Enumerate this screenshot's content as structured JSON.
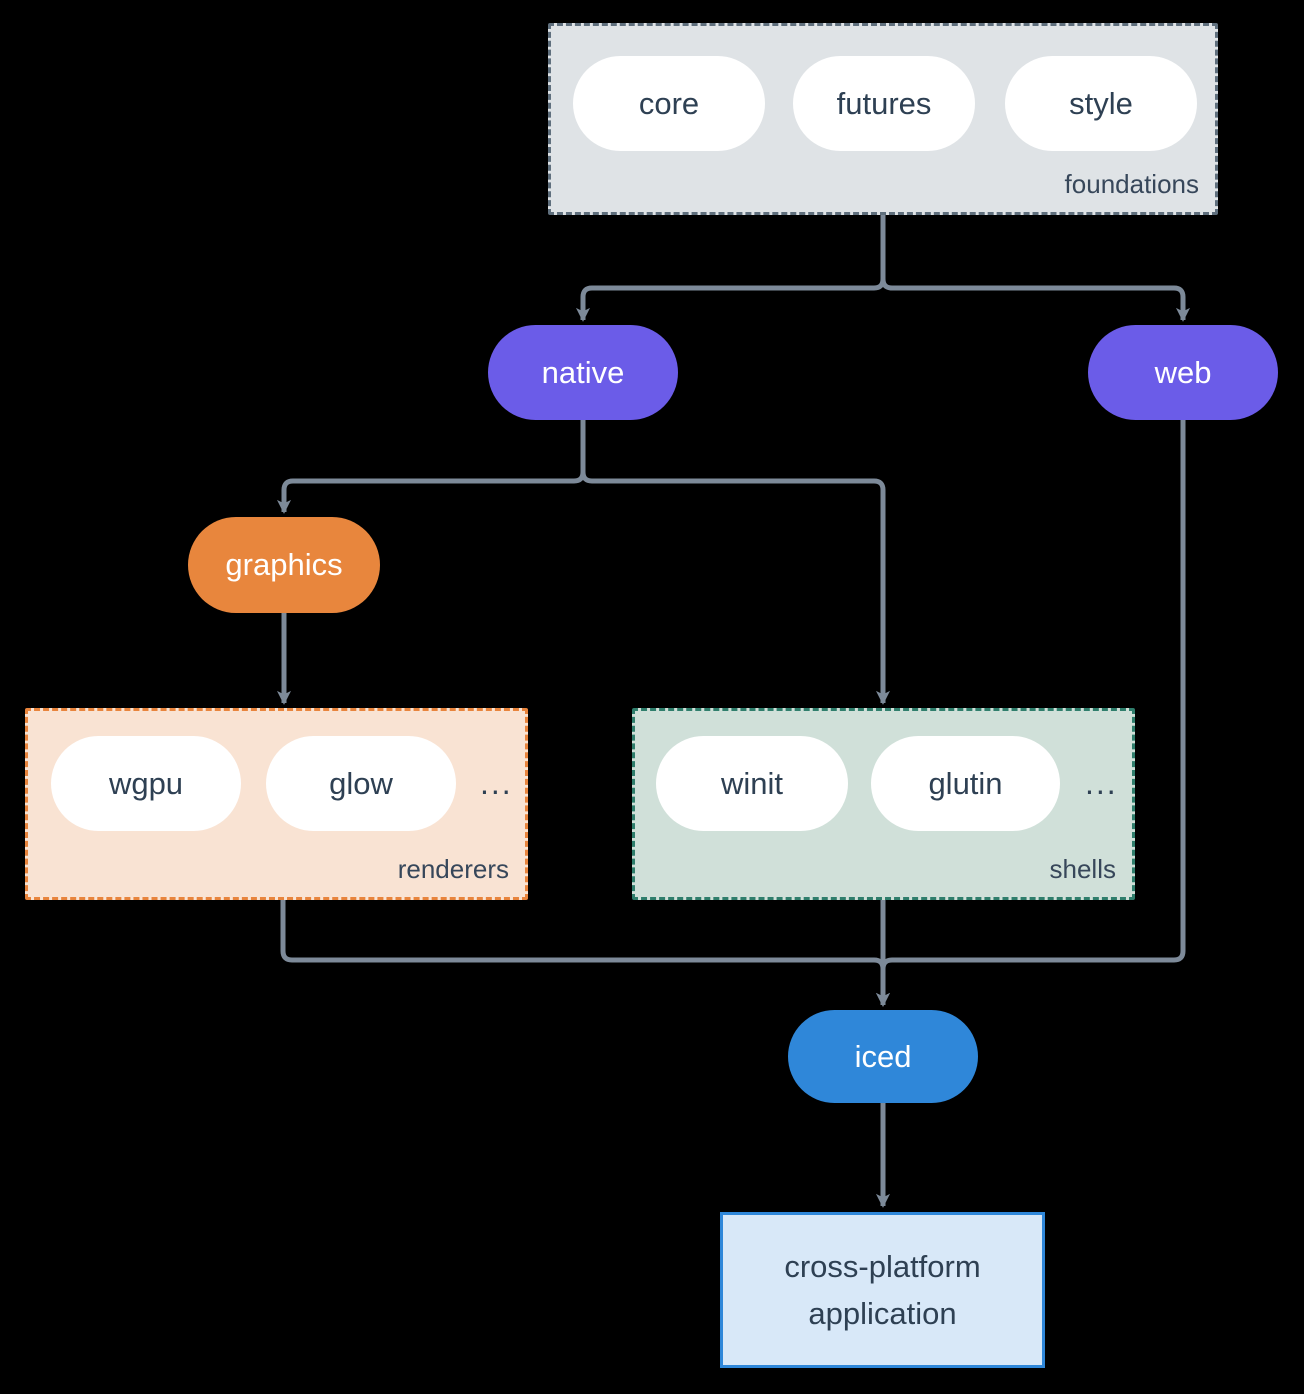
{
  "groups": {
    "foundations": {
      "label": "foundations",
      "pills": [
        "core",
        "futures",
        "style"
      ]
    },
    "renderers": {
      "label": "renderers",
      "pills": [
        "wgpu",
        "glow"
      ],
      "more": "..."
    },
    "shells": {
      "label": "shells",
      "pills": [
        "winit",
        "glutin"
      ],
      "more": "..."
    }
  },
  "nodes": {
    "native": "native",
    "web": "web",
    "graphics": "graphics",
    "iced": "iced",
    "app": {
      "line1": "cross-platform",
      "line2": "application"
    }
  },
  "colors": {
    "background": "#000000",
    "arrow": "#7d8a99",
    "node_purple": "#6b5ce8",
    "node_orange": "#e8863d",
    "node_blue": "#2f87d9",
    "pill_white": "#ffffff",
    "dark_text": "#2e4053",
    "foundations_bg": "#dfe3e6",
    "foundations_border": "#5f6f7d",
    "renderers_bg": "#f9e3d3",
    "renderers_border": "#e8843c",
    "shells_bg": "#d0e0d9",
    "shells_border": "#2f7e6c",
    "app_bg": "#d8e8f8",
    "app_border": "#2f87d9"
  }
}
